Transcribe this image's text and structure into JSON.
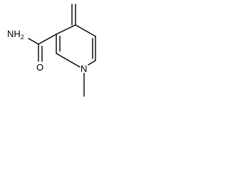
{
  "structure": {
    "atoms": {
      "amide_nitrogen": {
        "element": "N",
        "hydrogens": "H",
        "hydrogen_count": "2"
      },
      "carbonyl_oxygen": {
        "element": "O"
      },
      "ring_nitrogen": {
        "element": "N"
      }
    }
  }
}
